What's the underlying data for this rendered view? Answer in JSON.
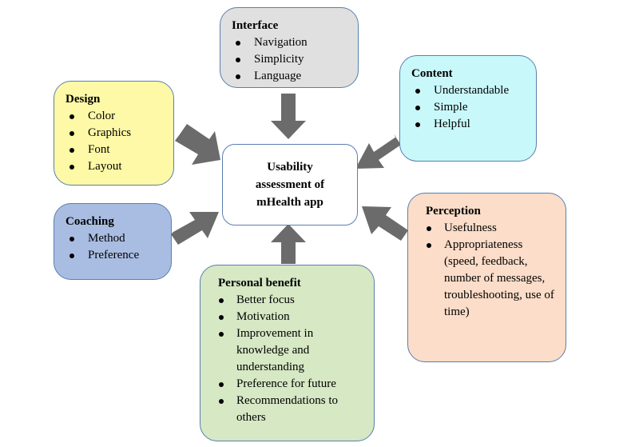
{
  "center": {
    "title": "Usability assessment of mHealth app"
  },
  "boxes": {
    "interface": {
      "title": "Interface",
      "items": [
        "Navigation",
        "Simplicity",
        "Language"
      ],
      "color": "#e0e0e0"
    },
    "content": {
      "title": "Content",
      "items": [
        "Understandable",
        "Simple",
        "Helpful"
      ],
      "color": "#c9f8fb"
    },
    "design": {
      "title": "Design",
      "items": [
        "Color",
        "Graphics",
        "Font",
        "Layout"
      ],
      "color": "#fdf9a6"
    },
    "coaching": {
      "title": "Coaching",
      "items": [
        "Method",
        "Preference"
      ],
      "color": "#a9bde2"
    },
    "perception": {
      "title": "Perception",
      "items": [
        "Usefulness",
        "Appropriateness (speed, feedback, number of messages, troubleshooting, use of time)"
      ],
      "color": "#fbddc9"
    },
    "personal_benefit": {
      "title": "Personal benefit",
      "items": [
        "Better focus",
        "Motivation",
        "Improvement in knowledge and understanding",
        "Preference for future",
        "Recommendations to others"
      ],
      "color": "#d6e8c4"
    }
  },
  "colors": {
    "arrow": "#6b6b6b",
    "border": "#5a7fae"
  }
}
